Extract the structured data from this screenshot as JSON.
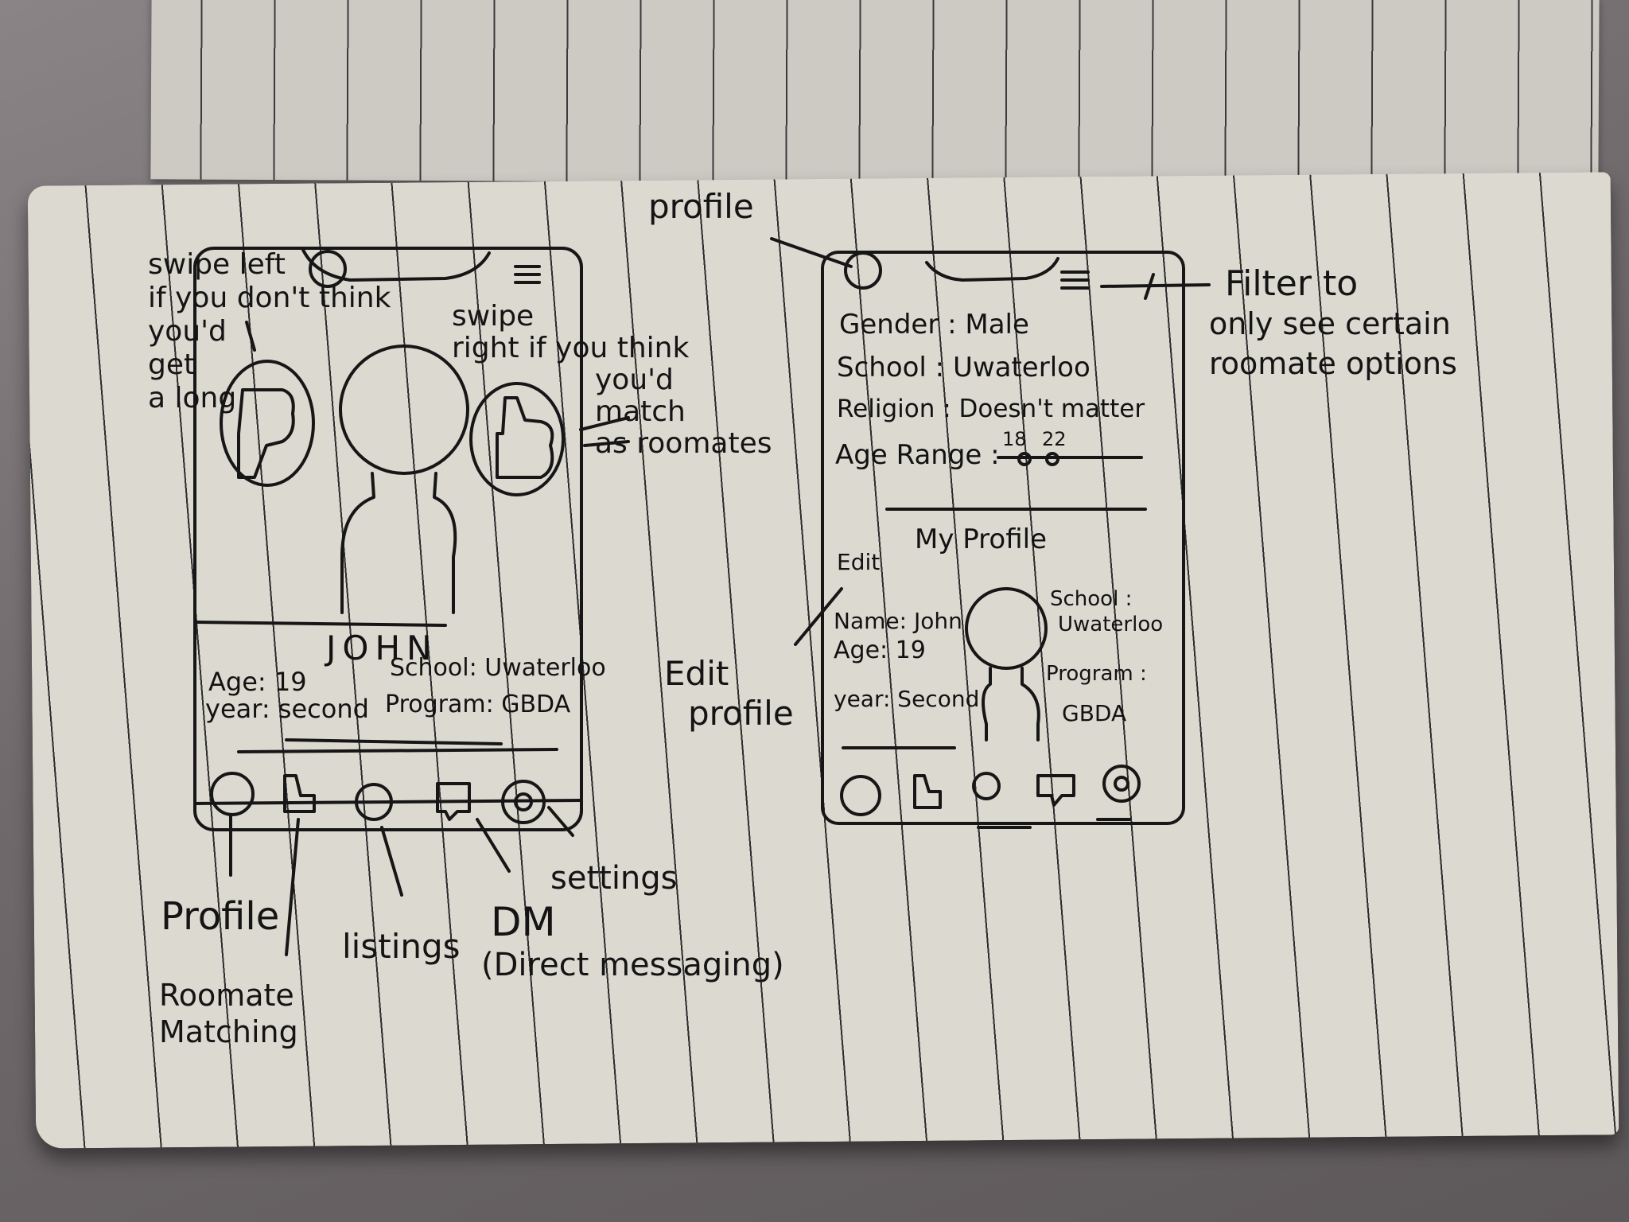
{
  "annotations": {
    "swipe_left": [
      "swipe left",
      "if you don't think",
      "you'd",
      "get",
      "a long"
    ],
    "swipe_right": [
      "swipe",
      "right if you think",
      "you'd",
      "match",
      "as roomates"
    ],
    "profile_top": "profile",
    "filter_note": [
      "Filter to",
      "only see certain",
      "roomate options"
    ],
    "edit_profile_note": [
      "Edit",
      "profile"
    ],
    "nav_profile": "Profile",
    "nav_roommate": [
      "Roomate",
      "Matching"
    ],
    "nav_listings": "listings",
    "nav_dm": [
      "DM",
      "(Direct messaging)"
    ],
    "nav_settings": "settings"
  },
  "match_screen": {
    "name": "JOHN",
    "age": "Age: 19",
    "year": "year: second",
    "school": "School: Uwaterloo",
    "program": "Program: GBDA"
  },
  "profile_screen": {
    "gender": "Gender : Male",
    "school": "School : Uwaterloo",
    "religion": "Religion : Doesn't matter",
    "age_range_label": "Age Range :",
    "age_min": "18",
    "age_max": "22",
    "age_range_values": [
      18,
      22
    ],
    "my_profile": "My Profile",
    "edit": "Edit",
    "name": "Name: John",
    "age": "Age: 19",
    "year": "year: Second",
    "school_label": "School :",
    "school_value": "Uwaterloo",
    "program_label": "Program :",
    "program_value": "GBDA"
  },
  "icons": [
    "profile-icon",
    "thumbs-up-icon",
    "listings-icon",
    "chat-icon",
    "gear-icon",
    "menu-icon",
    "thumbs-down-icon"
  ]
}
